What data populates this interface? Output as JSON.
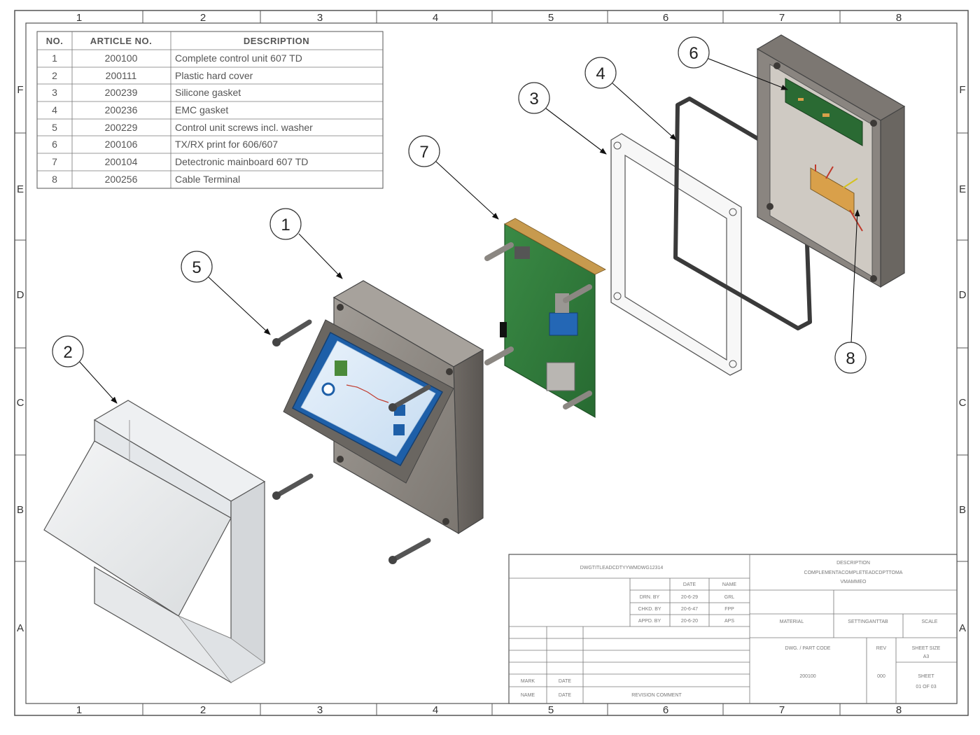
{
  "zones": {
    "columns": [
      "1",
      "2",
      "3",
      "4",
      "5",
      "6",
      "7",
      "8"
    ],
    "rows": [
      "F",
      "E",
      "D",
      "C",
      "B",
      "A"
    ]
  },
  "bom": {
    "headers": {
      "no": "NO.",
      "article": "ARTICLE NO.",
      "description": "DESCRIPTION"
    },
    "rows": [
      {
        "no": "1",
        "article": "200100",
        "description": "Complete control unit 607 TD"
      },
      {
        "no": "2",
        "article": "200111",
        "description": "Plastic hard cover"
      },
      {
        "no": "3",
        "article": "200239",
        "description": "Silicone gasket"
      },
      {
        "no": "4",
        "article": "200236",
        "description": "EMC gasket"
      },
      {
        "no": "5",
        "article": "200229",
        "description": "Control unit screws incl. washer"
      },
      {
        "no": "6",
        "article": "200106",
        "description": "TX/RX print for 606/607"
      },
      {
        "no": "7",
        "article": "200104",
        "description": "Detectronic mainboard 607 TD"
      },
      {
        "no": "8",
        "article": "200256",
        "description": "Cable Terminal"
      }
    ]
  },
  "callouts": [
    "1",
    "2",
    "3",
    "4",
    "5",
    "6",
    "7",
    "8"
  ],
  "title_block": {
    "drawing_title": "DWGTITLEADCDTYYWMDWG12314",
    "description_label": "DESCRIPTION",
    "description_line_1": "COMPLEMENTACOMPLETEADCDPTTOMA",
    "description_line_2": "VMAMMEO",
    "date_label": "DATE",
    "name_label": "NAME",
    "drawn_label": "DRN. BY",
    "checked_label": "CHKD. BY",
    "approved_label": "APPD. BY",
    "drawn_date": "20-6-29",
    "checked_date": "20-6-47",
    "approved_date": "20-6-20",
    "drawn_name": "GRL",
    "checked_name": "FPP",
    "approved_name": "APS",
    "material_label": "MATERIAL",
    "treatment_label": "SETTINGANTTAB",
    "scale_label": "SCALE",
    "part_code_label": "DWG. / PART CODE",
    "part_code": "200100",
    "rev_label": "REV",
    "rev_value": "000",
    "sheet_size_label": "SHEET SIZE",
    "sheet_size": "A3",
    "sheet_label": "SHEET",
    "sheet_value": "01 OF 03",
    "mark_label": "MARK",
    "date_col_label": "DATE",
    "initials_label": "NAME",
    "revision_label": "REVISION COMMENT"
  },
  "colors": {
    "steel": "#8f8a84",
    "steel_dark": "#6e6a65",
    "pcb_green": "#2f7a3b",
    "screen_blue": "#1e5fa8",
    "gasket_black": "#3a3a3a",
    "terminal_orange": "#d9a04a"
  }
}
